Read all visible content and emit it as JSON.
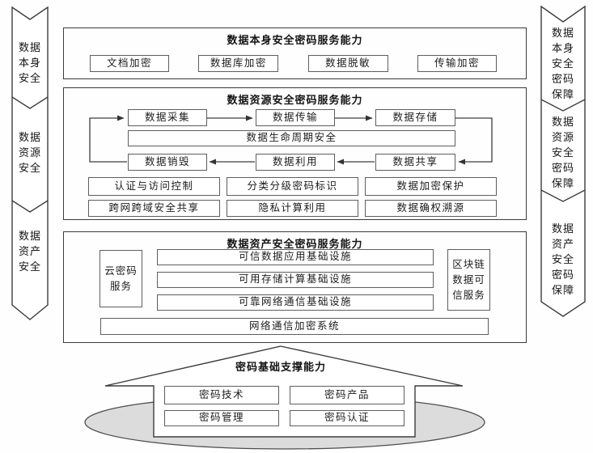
{
  "colors": {
    "line": "#3d3d3d",
    "inner_border": "#5e5e5e",
    "ellipse_fill": "#dcdcdc",
    "background": "#fefefe"
  },
  "ribbons": {
    "left": [
      "数据本身安全",
      "数据资源安全",
      "数据资产安全"
    ],
    "right": [
      "数据本身安全密码保障",
      "数据资源安全密码保障",
      "数据资产安全密码保障"
    ]
  },
  "box1": {
    "title": "数据本身安全密码服务能力",
    "items": [
      "文档加密",
      "数据库加密",
      "数据脱敏",
      "传输加密"
    ]
  },
  "box2": {
    "title": "数据资源安全密码服务能力",
    "lifecycle": {
      "top": [
        "数据采集",
        "数据传输",
        "数据存储"
      ],
      "center": "数据生命周期安全",
      "bottom": [
        "数据销毁",
        "数据利用",
        "数据共享"
      ]
    },
    "grid": [
      [
        "认证与访问控制",
        "分类分级密码标识",
        "数据加密保护"
      ],
      [
        "跨网跨域安全共享",
        "隐私计算利用",
        "数据确权溯源"
      ]
    ]
  },
  "box3": {
    "title": "数据资产安全密码服务能力",
    "left_box": "云密码服务",
    "bars": [
      "可信数据应用基础设施",
      "可用存储计算基础设施",
      "可靠网络通信基础设施"
    ],
    "right_box": "区块链数据可信服务",
    "bottom_bar": "网络通信加密系统"
  },
  "foundation": {
    "title": "密码基础支撑能力",
    "items": [
      "密码技术",
      "密码产品",
      "密码管理",
      "密码认证"
    ]
  }
}
